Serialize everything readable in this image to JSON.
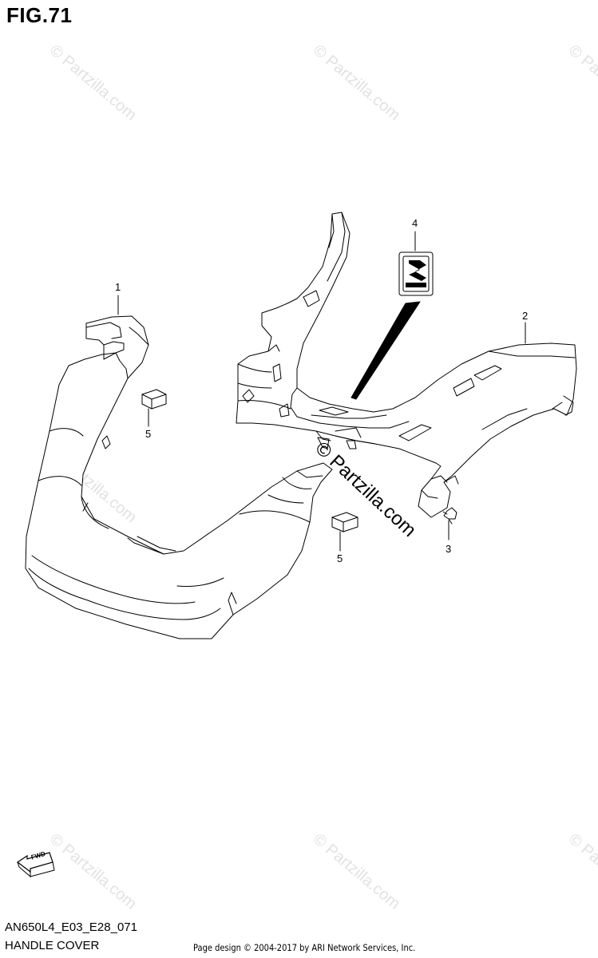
{
  "figure": {
    "title": "FIG.71"
  },
  "watermarks": {
    "text": "© Partzilla.com",
    "center_text": "© Partzilla.com"
  },
  "callouts": {
    "part_1": "1",
    "part_2": "2",
    "part_3": "3",
    "part_4": "4",
    "part_5a": "5",
    "part_5b": "5"
  },
  "fwd_badge": {
    "label": "FWD",
    "icon": "forward-arrow-icon"
  },
  "emblem": {
    "icon": "suzuki-emblem-icon"
  },
  "footer": {
    "diagram_code": "AN650L4_E03_E28_071",
    "diagram_name": "HANDLE COVER",
    "credit": "Page design © 2004-2017 by ARI Network Services, Inc."
  },
  "colors": {
    "line": "#000000",
    "watermark": "#e2e2e2",
    "background": "#ffffff"
  }
}
